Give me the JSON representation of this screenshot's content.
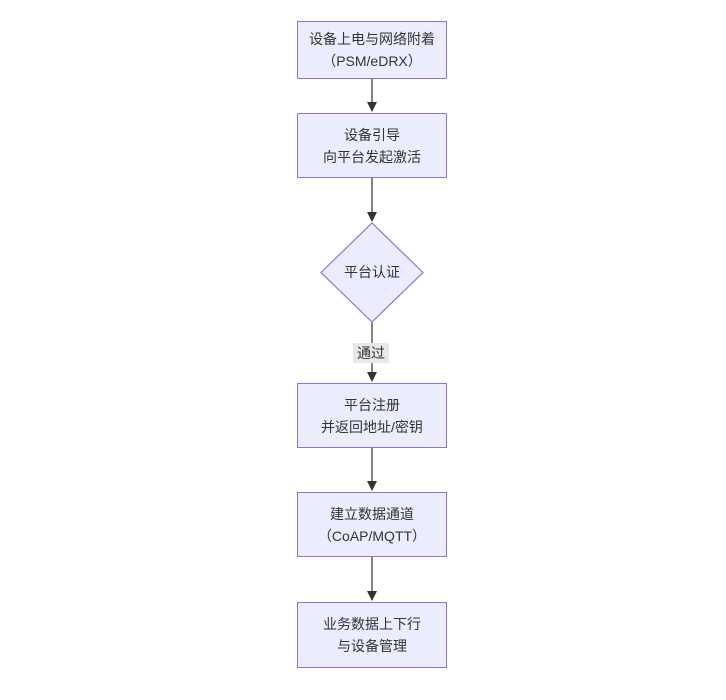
{
  "diagram": {
    "colors": {
      "bg": "#ffffff",
      "node_fill": "#ECECFF",
      "node_border": "#9370DB",
      "text_color": "#333333",
      "arrow_color": "#333333",
      "edge_label_bg": "#e8e8e8"
    },
    "nodes": [
      {
        "id": "power-attach",
        "type": "rect",
        "lines": [
          "设备上电与网络附着",
          "（PSM/eDRX）"
        ]
      },
      {
        "id": "bootstrap",
        "type": "rect",
        "lines": [
          "设备引导",
          "向平台发起激活"
        ]
      },
      {
        "id": "platform-auth",
        "type": "diamond",
        "lines": [
          "平台认证"
        ]
      },
      {
        "id": "register",
        "type": "rect",
        "lines": [
          "平台注册",
          "并返回地址/密钥"
        ]
      },
      {
        "id": "data-channel",
        "type": "rect",
        "lines": [
          "建立数据通道",
          "（CoAP/MQTT）"
        ]
      },
      {
        "id": "business-data",
        "type": "rect",
        "lines": [
          "业务数据上下行",
          "与设备管理"
        ]
      }
    ],
    "edges": [
      {
        "from": "power-attach",
        "to": "bootstrap",
        "label": ""
      },
      {
        "from": "bootstrap",
        "to": "platform-auth",
        "label": ""
      },
      {
        "from": "platform-auth",
        "to": "register",
        "label": "通过"
      },
      {
        "from": "register",
        "to": "data-channel",
        "label": ""
      },
      {
        "from": "data-channel",
        "to": "business-data",
        "label": ""
      }
    ]
  }
}
